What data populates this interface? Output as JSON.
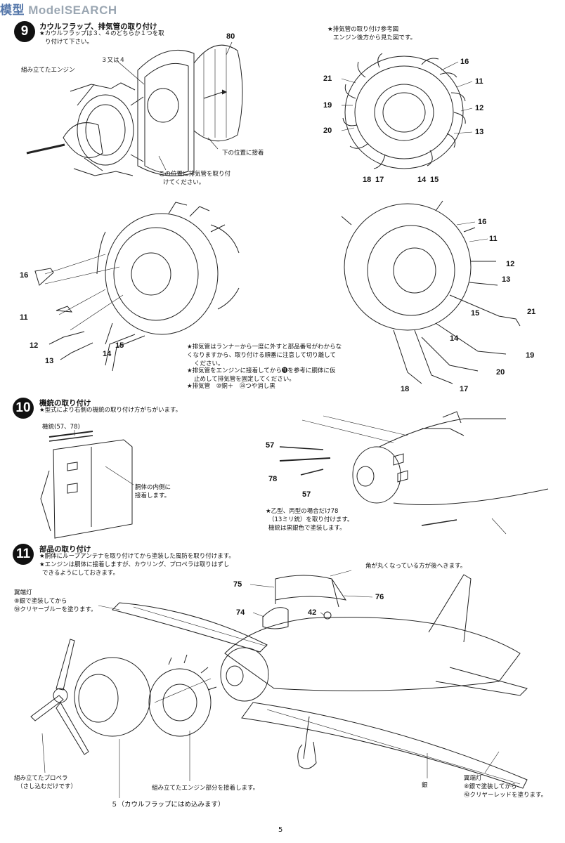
{
  "watermark": {
    "logo": "ModelSEARCH",
    "glyph": "模型"
  },
  "step9": {
    "number": "9",
    "title": "カウルフラップ、排気管の取り付け",
    "note": [
      "★カウルフラップは３、４のどちらか１つを取",
      "り付けて下さい。"
    ],
    "labels": {
      "engine": "組み立てたエンジン",
      "parts34": "３又は４",
      "part80": "80",
      "glue_here": "下の位置に接着",
      "exhaust_pos": [
        "この位置に排気管を取り付",
        "けてください。"
      ]
    },
    "ref_title": [
      "★排気管の取り付け参考図",
      "エンジン後方から見た図です。"
    ],
    "ref_parts": [
      "16",
      "11",
      "12",
      "13",
      "21",
      "19",
      "20",
      "18",
      "17",
      "14",
      "15"
    ],
    "left_parts": [
      "16",
      "11",
      "12",
      "13",
      "14",
      "15"
    ],
    "right_parts": [
      "16",
      "11",
      "12",
      "13",
      "15",
      "21",
      "14",
      "19",
      "20",
      "18",
      "17"
    ],
    "instructions": [
      "★排気管はランナーから一度に外すと部品番号がわからな",
      "くなりますから、取り付ける順番に注意して切り離して",
      "ください。",
      "★排気管をエンジンに接着してから⓫を参考に胴体に仮",
      "止めして排気管を固定してください。",
      "★排気管　⑩銅＋　㉝つや消し黒"
    ]
  },
  "step10": {
    "number": "10",
    "title": "機銃の取り付け",
    "note": "★型式により右側の機銃の取り付け方がちがいます。",
    "gun_label": "機銃(57、78)",
    "inside_label": [
      "胴体の内側に",
      "接着します。"
    ],
    "parts": [
      "57",
      "78",
      "57"
    ],
    "variant_note": [
      "★乙型、丙型の場合だけ78",
      "（13ミリ銃）を取り付けます。",
      "機銃は黒銀色で塗装します。"
    ]
  },
  "step11": {
    "number": "11",
    "title": "部品の取り付け",
    "notes": [
      "★胴体にループアンテナを取り付けてから塗装した風防を取り付けます。",
      "★エンジンは胴体に接着しますが、カウリング、プロペラは取りはずし",
      "できるようにしておきます。"
    ],
    "round_corner": "角が丸くなっている方が後へきます。",
    "parts": [
      "75",
      "76",
      "74",
      "42"
    ],
    "wingtip_left": [
      "翼端灯",
      "⑧銀で塗装してから",
      "㊿クリヤーブルーを塗ります。"
    ],
    "propeller": [
      "組み立てたプロペラ",
      "（さし込むだけです）"
    ],
    "engine_glue": "組み立てたエンジン部分を接着します。",
    "cowl": "５（カウルフラップにはめ込みます）",
    "silver": "銀",
    "wingtip_right": [
      "翼端灯",
      "⑧銀で塗装してから",
      "㊸クリヤーレッドを塗ります。"
    ]
  },
  "page_number": "5"
}
